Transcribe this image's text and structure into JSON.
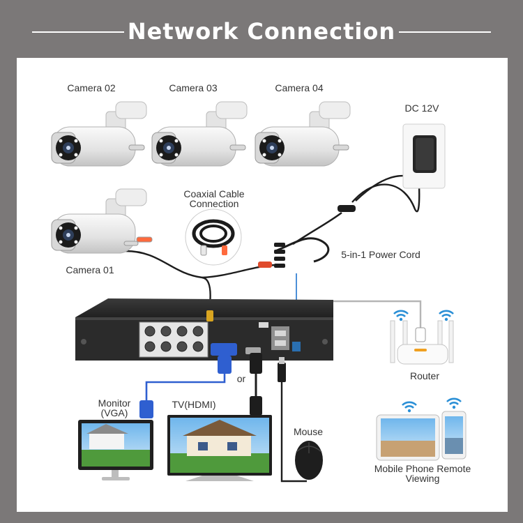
{
  "title": "Network Connection",
  "labels": {
    "camera_02": "Camera 02",
    "camera_03": "Camera 03",
    "camera_04": "Camera 04",
    "camera_01": "Camera 01",
    "dc_12v": "DC 12V",
    "coaxial_line1": "Coaxial Cable",
    "coaxial_line2": "Connection",
    "power_cord": "5-in-1 Power Cord",
    "router": "Router",
    "monitor_line1": "Monitor",
    "monitor_line2": "(VGA)",
    "tv_hdmi": "TV(HDMI)",
    "or": "or",
    "mouse": "Mouse",
    "mobile_line1": "Mobile Phone Remote",
    "mobile_line2": "Viewing"
  },
  "colors": {
    "background": "#7b7878",
    "panel": "#ffffff",
    "dvr_body": "#2b2b2b",
    "vga_cable": "#2f5fd0",
    "network_cable": "#b5b5b5",
    "wifi_icon": "#2a8fd6"
  }
}
